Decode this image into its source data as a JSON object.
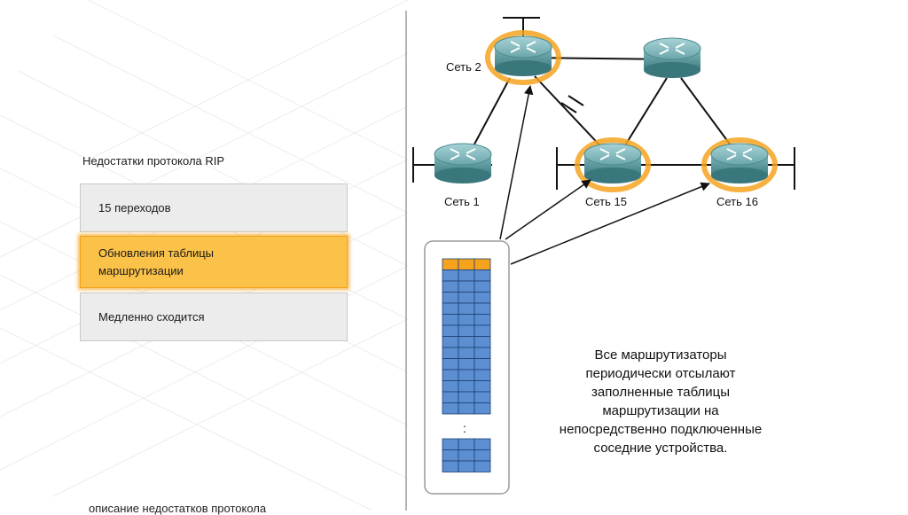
{
  "panel": {
    "title": "Недостатки протокола RIP",
    "items": [
      {
        "label": "15 переходов",
        "selected": false
      },
      {
        "label": "Обновления таблицы маршрутизации",
        "selected": true
      },
      {
        "label": "Медленно сходится",
        "selected": false
      }
    ],
    "bottom_text": "описание недостатков протокола"
  },
  "diagram": {
    "routers": {
      "r1": {
        "label": "Сеть 1",
        "highlighted": false
      },
      "r2": {
        "label": "Сеть 2",
        "highlighted": true
      },
      "r15": {
        "label": "Сеть 15",
        "highlighted": true
      },
      "r16": {
        "label": "Сеть 16",
        "highlighted": true
      },
      "rtop": {
        "label": "",
        "highlighted": false
      }
    },
    "table": {
      "ellipsis": ":"
    },
    "caption": "Все маршрутизаторы периодически отсылают заполненные таблицы маршрутизации на непосредственно подключенные соседние устройства."
  },
  "colors": {
    "accent": "#fbc249",
    "router_body": "#5f9ea3",
    "table_cell": "#5b8fd1",
    "table_header": "#f5a21c"
  }
}
